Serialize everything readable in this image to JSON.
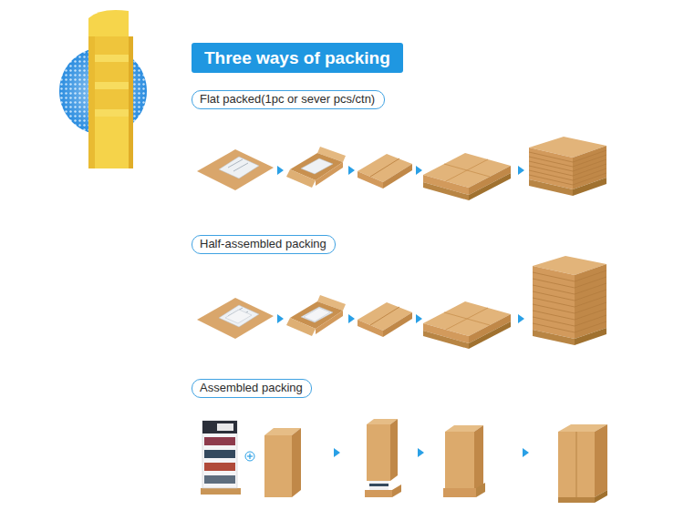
{
  "diagram": {
    "title": "Three ways of packing",
    "nodes": [
      {
        "text": [
          "Flat packed(1pc or sever pcs/ctn)"
        ]
      },
      {
        "text": [
          "Half-assembled packing"
        ]
      },
      {
        "text": [
          "Assembled packing"
        ]
      }
    ]
  }
}
